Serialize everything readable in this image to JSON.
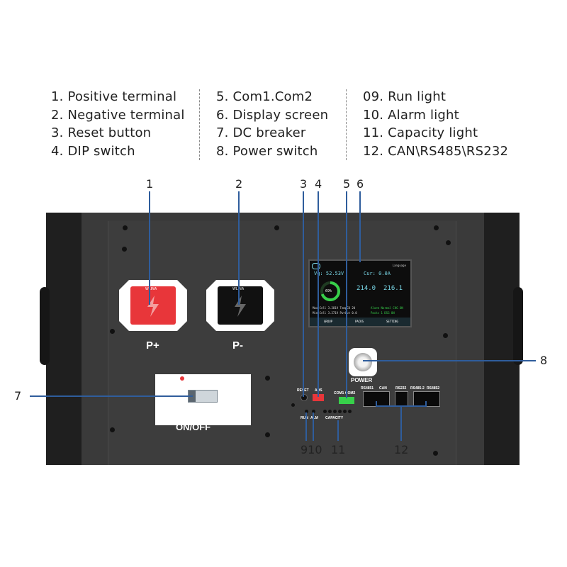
{
  "legend": {
    "col1": [
      "1. Positive terminal",
      "2. Negative terminal",
      "3. Reset button",
      "4. DIP switch"
    ],
    "col2": [
      "5. Com1.Com2",
      "6.  Display screen",
      "7. DC breaker",
      "8. Power switch"
    ],
    "col3": [
      "09. Run light",
      "10. Alarm light",
      "11. Capacity light",
      "12. CAN\\RS485\\RS232"
    ]
  },
  "callouts": {
    "c1": "1",
    "c2": "2",
    "c3": "3",
    "c4": "4",
    "c5": "5",
    "c6": "6",
    "c7": "7",
    "c8": "8",
    "c910": "910",
    "c11": "11",
    "c12": "12"
  },
  "labels": {
    "positive": "P+",
    "negative": "P-",
    "brand": "WLINA",
    "onoff": "ON/OFF",
    "power": "POWER",
    "reset": "RESET",
    "dip": "ADS",
    "com": "COM1 COM2",
    "run": "RUN",
    "alarm": "ALM",
    "capacity": "CAPACITY",
    "rs4851": "RS4851",
    "can": "CAN",
    "rs232": "RS232",
    "rs4852a": "RS485-2",
    "rs4852b": "RS4852"
  },
  "screen": {
    "vg": "Vg: 52.53V",
    "cur": "Cur: 0.0A",
    "soc": "69%",
    "val1": "214.0",
    "val2": "216.1",
    "lang": "Language",
    "row1": "Max.Cell  3.281V  TempCD  20",
    "row2": "Min.Cell  3.271V  PwrOut  0.0",
    "side1": "Alarm Normal  CHG  ON",
    "side2": "Packs  1  DSG  ON",
    "tab1": "GROUP",
    "tab2": "PACKS",
    "tab3": "SETTING"
  },
  "colors": {
    "positive_red": "#e8363a",
    "negative_black": "#111111",
    "callout_line": "#2f5d9c",
    "screen_green": "#37d04a",
    "screen_cyan": "#7ad8e8"
  }
}
